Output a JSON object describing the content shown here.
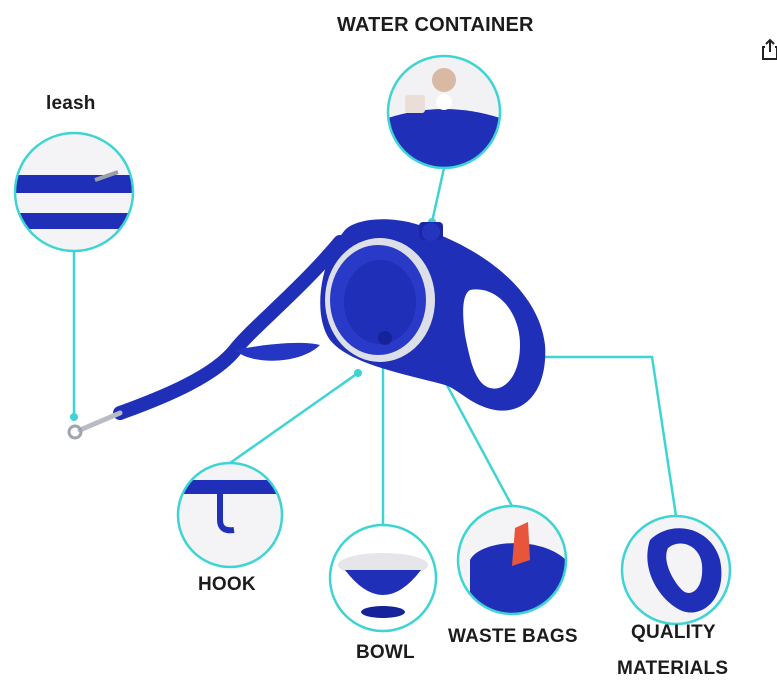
{
  "labels": {
    "water_container": "WATER CONTAINER",
    "leash": "leash",
    "hook": "HOOK",
    "bowl": "BOWL",
    "waste_bags": "WASTE BAGS",
    "quality_line1": "QUALITY",
    "quality_line2": "MATERIALS"
  },
  "toolbar": {
    "share_icon": "share-icon"
  },
  "colors": {
    "product_blue": "#1f2fb8",
    "callout_cyan": "#3fd4d4",
    "bowl_gray": "#e8e8ec",
    "text": "#1c1c1c"
  }
}
